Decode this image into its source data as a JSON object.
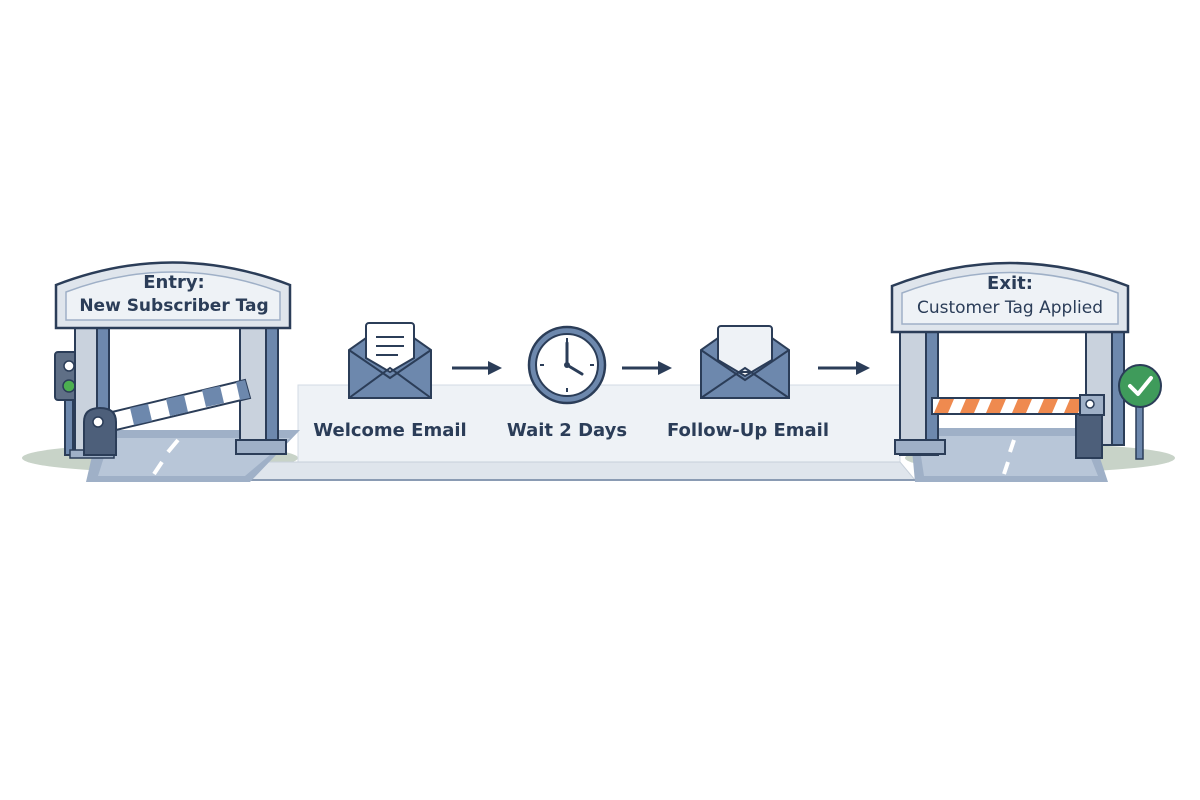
{
  "entry_gate": {
    "title": "Entry:",
    "subtitle": "New Subscriber Tag"
  },
  "exit_gate": {
    "title": "Exit:",
    "subtitle": "Customer Tag Applied"
  },
  "steps": [
    {
      "label": "Welcome Email",
      "icon": "open-envelope-letter-icon"
    },
    {
      "label": "Wait 2 Days",
      "icon": "clock-icon"
    },
    {
      "label": "Follow-Up Email",
      "icon": "open-envelope-icon"
    }
  ],
  "colors": {
    "navy": "#2b3d58",
    "slate_blue": "#6d88ad",
    "gate_gray": "#c9d2dd",
    "platform": "#e8edf3",
    "stripe_orange": "#ef8a4f",
    "check_green": "#3f9b5b",
    "signal_green": "#4caf50"
  }
}
